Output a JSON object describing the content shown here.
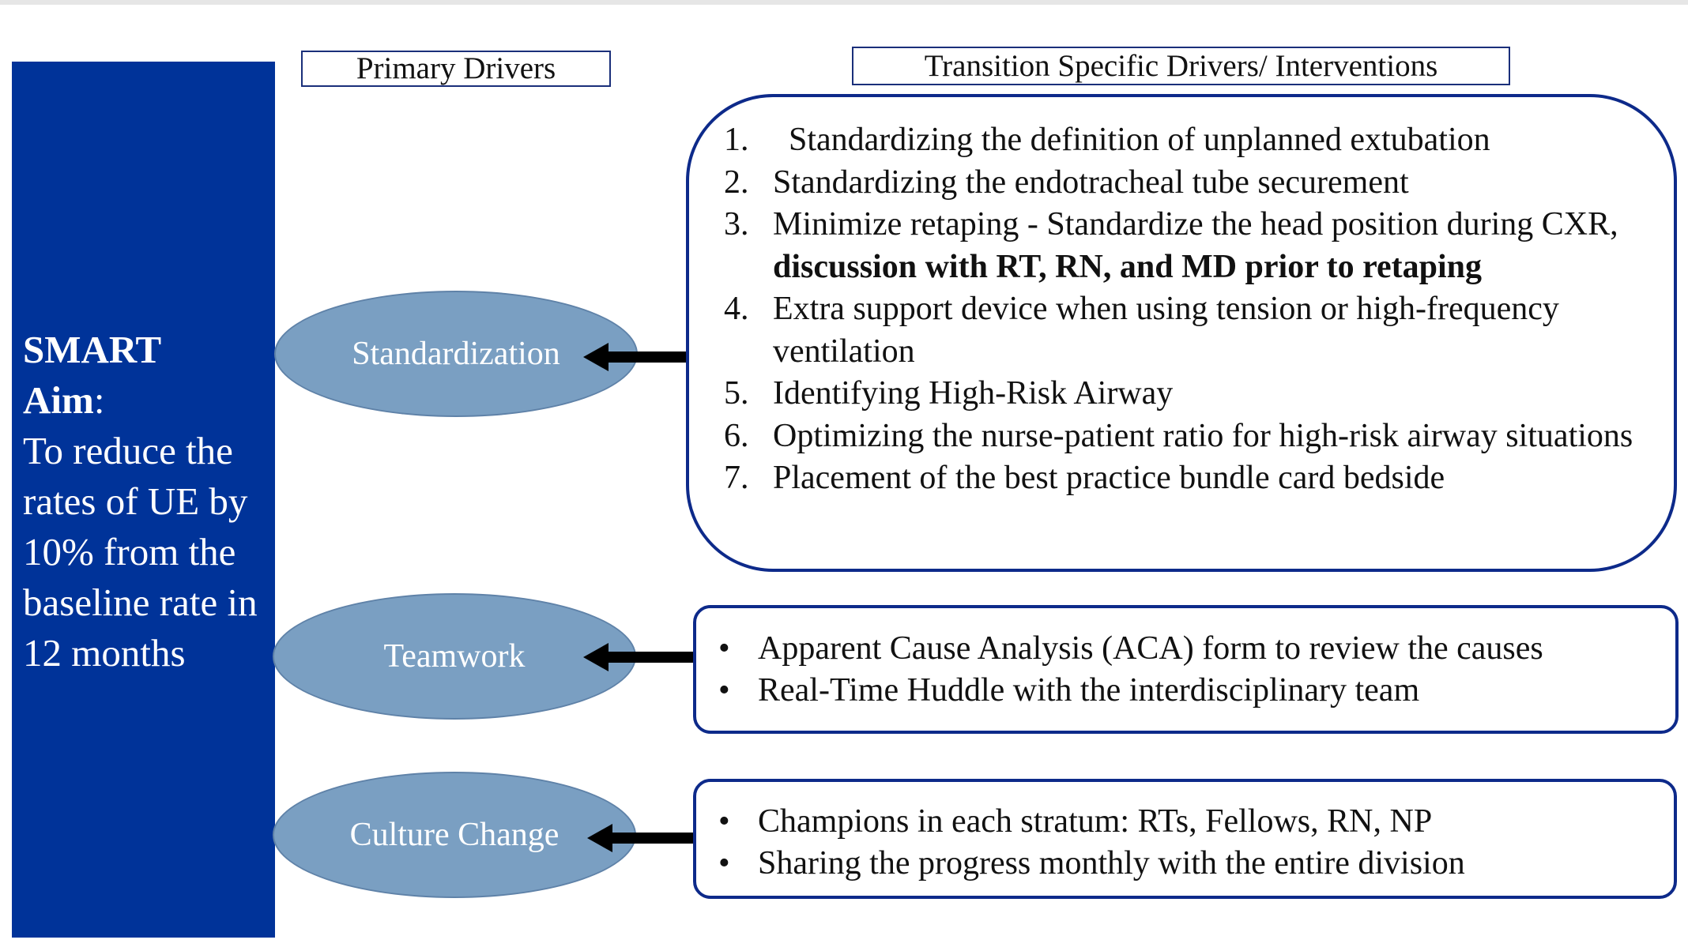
{
  "aim": {
    "smart_label": "SMART",
    "aim_label": "Aim",
    "aim_colon": ":",
    "description": "To reduce the rates of UE by 10% from the baseline rate in 12 months"
  },
  "headers": {
    "primary": "Primary Drivers",
    "secondary": "Transition Specific Drivers/ Interventions"
  },
  "drivers": [
    {
      "label": "Standardization",
      "interventions": [
        {
          "num": "1.",
          "text": "Standardizing the definition of unplanned extubation"
        },
        {
          "num": "2.",
          "text": "Standardizing the endotracheal tube securement"
        },
        {
          "num": "3.",
          "text": "Minimize retaping - Standardize the head position during CXR,",
          "bold": "discussion with RT, RN, and MD prior to retaping"
        },
        {
          "num": "4.",
          "text": "Extra support device when using tension or high-frequency ventilation"
        },
        {
          "num": "5.",
          "text": "Identifying High-Risk Airway"
        },
        {
          "num": "6.",
          "text": "Optimizing the nurse-patient ratio for high-risk airway situations"
        },
        {
          "num": "7.",
          "text": "Placement of the best practice bundle card bedside"
        }
      ]
    },
    {
      "label": "Teamwork",
      "interventions": [
        {
          "bullet": "•",
          "text": "Apparent Cause Analysis (ACA) form to review the causes"
        },
        {
          "bullet": "•",
          "text": "Real-Time Huddle with the interdisciplinary team"
        }
      ]
    },
    {
      "label": "Culture Change",
      "interventions": [
        {
          "bullet": "•",
          "text": "Champions in each stratum: RTs, Fellows, RN, NP"
        },
        {
          "bullet": "•",
          "text": "Sharing the progress monthly with the entire division"
        }
      ]
    }
  ],
  "colors": {
    "aim_panel": "#003399",
    "driver_fill": "#7a9fc2",
    "box_border": "#0d2a8a",
    "arrow": "#000000"
  }
}
